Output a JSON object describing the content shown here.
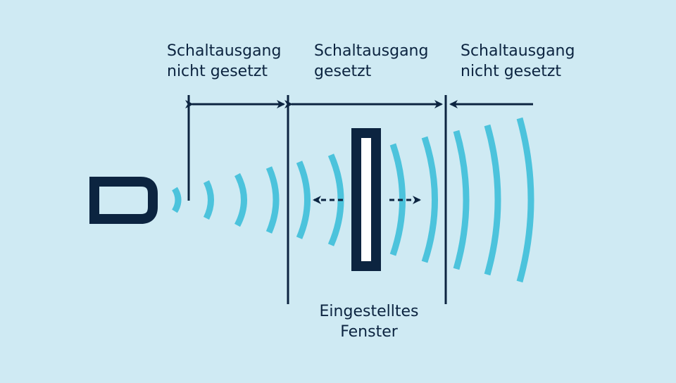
{
  "colors": {
    "background": "#cfeaf3",
    "navy": "#0c2440",
    "wave": "#4cc3dc",
    "window_fill": "#ffffff"
  },
  "zones": [
    {
      "line1": "Schaltausgang",
      "line2": "nicht gesetzt"
    },
    {
      "line1": "Schaltausgang",
      "line2": "gesetzt"
    },
    {
      "line1": "Schaltausgang",
      "line2": "nicht gesetzt"
    }
  ],
  "window_label": {
    "line1": "Eingestelltes",
    "line2": "Fenster"
  },
  "icons": {
    "sensor": "sensor-housing-icon",
    "waves": "sound-wave-icon",
    "target": "target-object-icon",
    "arrows": "double-arrow-icon"
  }
}
